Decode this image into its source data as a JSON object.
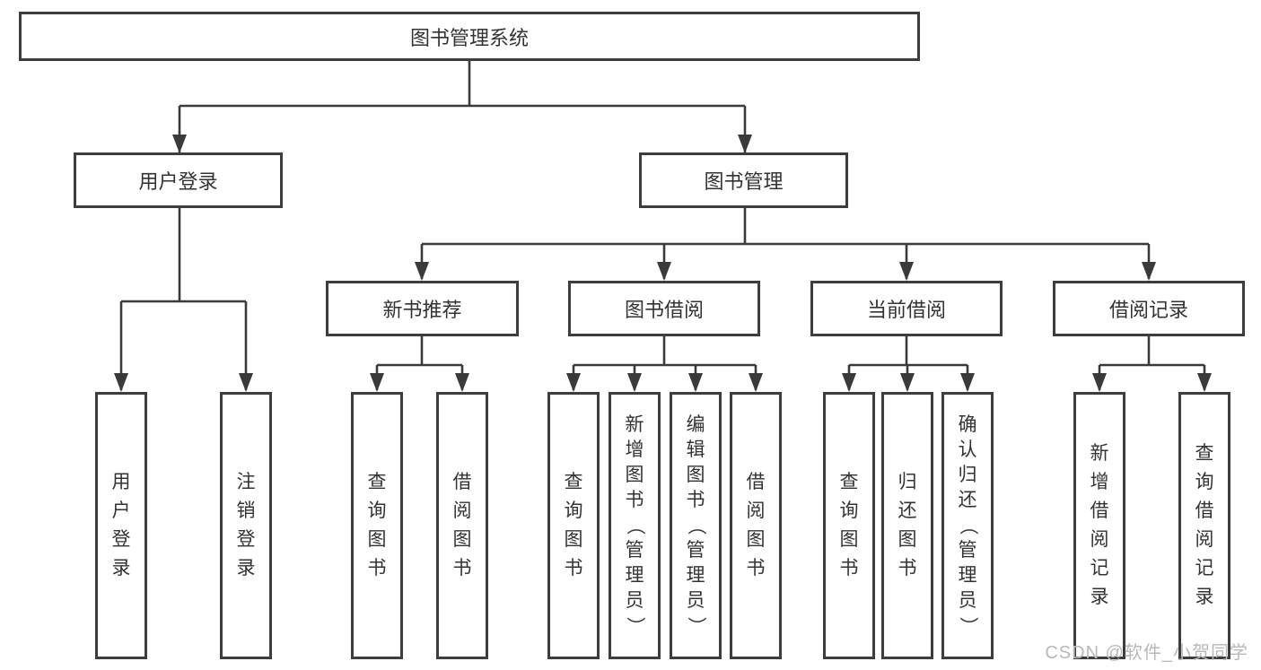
{
  "diagram": {
    "root": {
      "label": "图书管理系统"
    },
    "branches": [
      {
        "label": "用户登录",
        "children": [
          {
            "label": "用户登录"
          },
          {
            "label": "注销登录"
          }
        ]
      },
      {
        "label": "图书管理",
        "sections": [
          {
            "label": "新书推荐",
            "children": [
              {
                "label": "查询图书"
              },
              {
                "label": "借阅图书"
              }
            ]
          },
          {
            "label": "图书借阅",
            "children": [
              {
                "label": "查询图书"
              },
              {
                "label": "新增图书（管理员）"
              },
              {
                "label": "编辑图书（管理员）"
              },
              {
                "label": "借阅图书"
              }
            ]
          },
          {
            "label": "当前借阅",
            "children": [
              {
                "label": "查询图书"
              },
              {
                "label": "归还图书"
              },
              {
                "label": "确认归还（管理员）"
              }
            ]
          },
          {
            "label": "借阅记录",
            "children": [
              {
                "label": "新增借阅记录"
              },
              {
                "label": "查询借阅记录"
              }
            ]
          }
        ]
      }
    ]
  },
  "watermark": {
    "text": "CSDN @软件_小贺同学"
  },
  "colors": {
    "line": "#3a3a3a",
    "text": "#333333",
    "box_border": "#3d3d3d",
    "watermark": "#b9b9b9",
    "background": "#ffffff"
  }
}
